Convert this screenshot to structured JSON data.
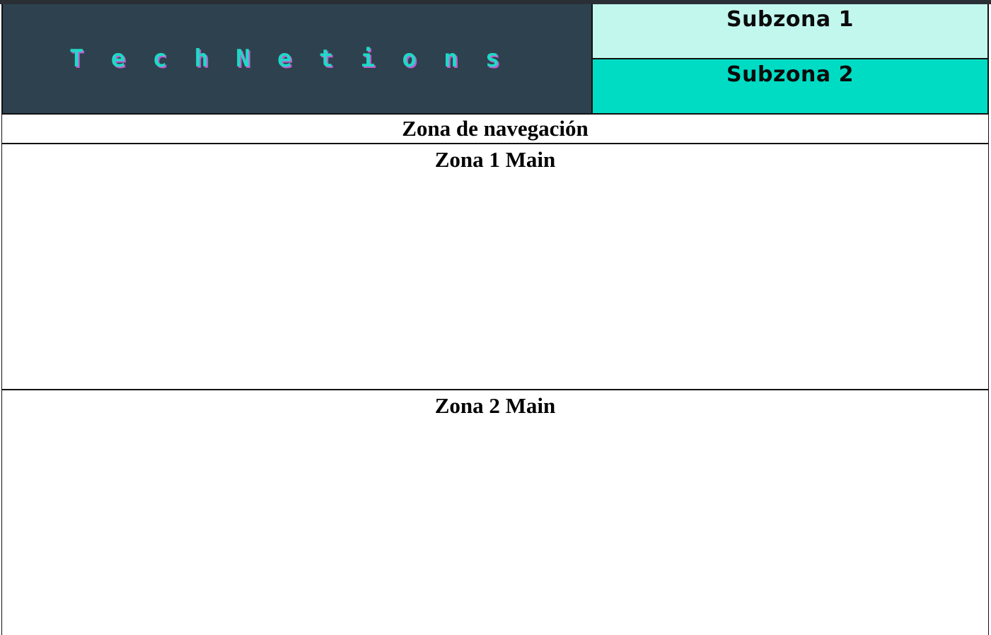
{
  "header": {
    "logo_letters": [
      "T",
      "e",
      "c",
      "h",
      "N",
      "e",
      "t",
      "i",
      "o",
      "n",
      "s"
    ],
    "subzone_1": "Subzona 1",
    "subzone_2": "Subzona 2",
    "colors": {
      "logo_bg": "#2d424e",
      "logo_text": "#1fd9c6",
      "logo_shadow": "#c45ad0",
      "subzone_1_bg": "#c2f7ee",
      "subzone_2_bg": "#00dcc4"
    }
  },
  "nav": {
    "title": "Zona de navegación"
  },
  "main": {
    "zone_1_title": "Zona 1 Main",
    "zone_2_title": "Zona 2 Main"
  }
}
